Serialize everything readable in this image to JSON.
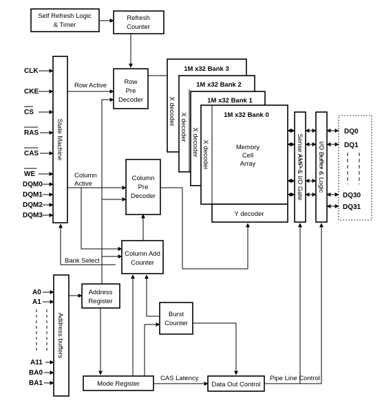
{
  "blocks": {
    "self_refresh": [
      "Self Refresh Logic",
      "& Timer"
    ],
    "refresh_counter": [
      "Refresh",
      "Counter"
    ],
    "state_machine": "State Machine",
    "row_pre_decoder": [
      "Row",
      "Pre",
      "Decoder"
    ],
    "column_pre_decoder": [
      "Column",
      "Pre",
      "Decoder"
    ],
    "column_add_counter": [
      "Column Add",
      "Counter"
    ],
    "address_register": [
      "Address",
      "Register"
    ],
    "address_buffers": "Address buffers",
    "burst_counter": [
      "Burst",
      "Counter"
    ],
    "mode_register": "Mode Register",
    "data_out_control": "Data Out Control",
    "sense_amp": "Sense AMP & I/O Gate",
    "io_buffer": "I/O Buffer & Logic",
    "x_decoder": "X decoder",
    "y_decoder": "Y decoder",
    "memory_cell_array": [
      "Memory",
      "Cell",
      "Array"
    ],
    "banks": [
      "1M x32 Bank 3",
      "1M x32 Bank 2",
      "1M x32 Bank 1",
      "1M x32 Bank 0"
    ]
  },
  "signals": {
    "row_active": "Row Active",
    "column_active": [
      "Column",
      "Active"
    ],
    "bank_select": "Bank Select",
    "cas_latency": "CAS Latency",
    "pipe_line_control": "Pipe Line Control"
  },
  "control_pins": [
    "CLK",
    "CKE",
    "CS",
    "RAS",
    "CAS",
    "WE",
    "DQM0",
    "DQM1",
    "DQM2",
    "DQM3"
  ],
  "address_pins": [
    "A0",
    "A1",
    "A11",
    "BA0",
    "BA1"
  ],
  "dq_pins": [
    "DQ0",
    "DQ1",
    "DQ30",
    "DQ31"
  ]
}
